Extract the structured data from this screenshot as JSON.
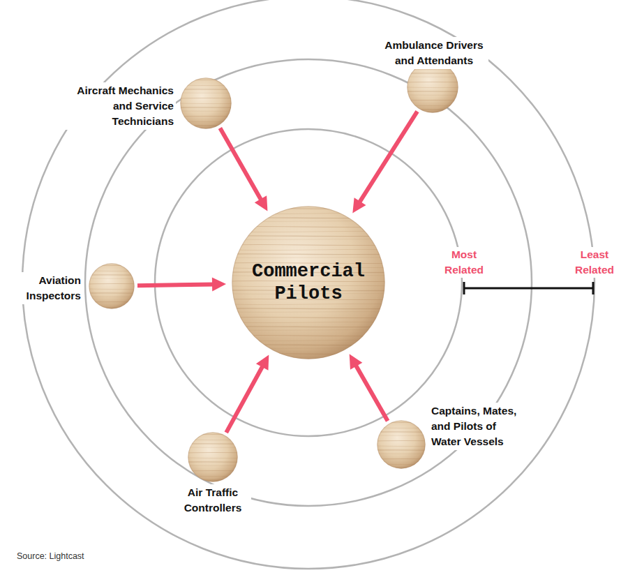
{
  "diagram": {
    "nodes": [
      {
        "text": [
          "Commercial Pilots"
        ]
      },
      {
        "text": [
          "Aircraft Mechanics and Service Technicians"
        ]
      },
      {
        "text": [
          "Ambulance Drivers and Attendants"
        ]
      },
      {
        "text": [
          "Aviation Inspectors"
        ]
      },
      {
        "text": [
          "Air Traffic Controllers"
        ]
      },
      {
        "text": [
          "Captains, Mates, and Pilots of Water Vessels"
        ]
      }
    ],
    "edges": [
      {
        "from": 1,
        "to": 0,
        "arrow": "to"
      },
      {
        "from": 2,
        "to": 0,
        "arrow": "to"
      },
      {
        "from": 3,
        "to": 0,
        "arrow": "to"
      },
      {
        "from": 4,
        "to": 0,
        "arrow": "to"
      },
      {
        "from": 5,
        "to": 0,
        "arrow": "to"
      }
    ],
    "labels": [
      "Most Related",
      "Least Related",
      "Source: Lightcast"
    ]
  }
}
